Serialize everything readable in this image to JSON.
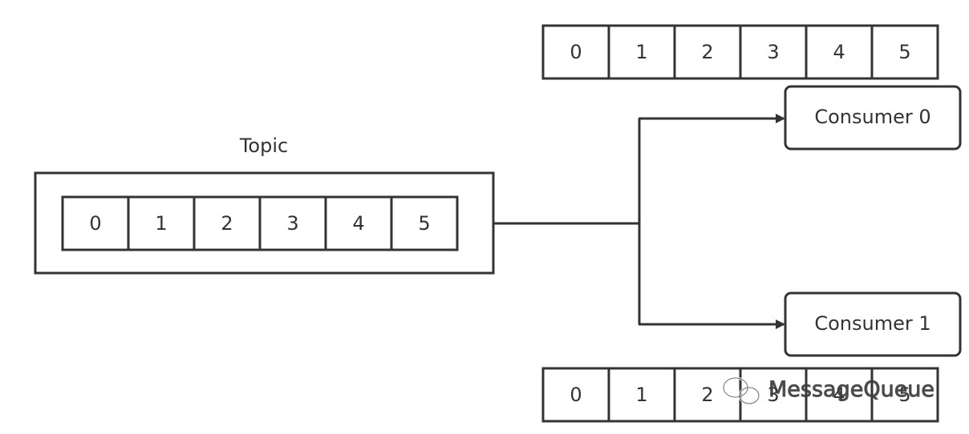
{
  "topic": {
    "label": "Topic",
    "partitions": [
      "0",
      "1",
      "2",
      "3",
      "4",
      "5"
    ]
  },
  "consumers": [
    {
      "label": "Consumer 0",
      "partitions": [
        "0",
        "1",
        "2",
        "3",
        "4",
        "5"
      ]
    },
    {
      "label": "Consumer 1",
      "partitions": [
        "0",
        "1",
        "2",
        "3",
        "4",
        "5"
      ]
    }
  ],
  "watermark": {
    "text": "MessageQueue",
    "icon": "wechat-icon"
  },
  "colors": {
    "stroke": "#333333",
    "text": "#333333",
    "watermark": "#ffffff"
  }
}
